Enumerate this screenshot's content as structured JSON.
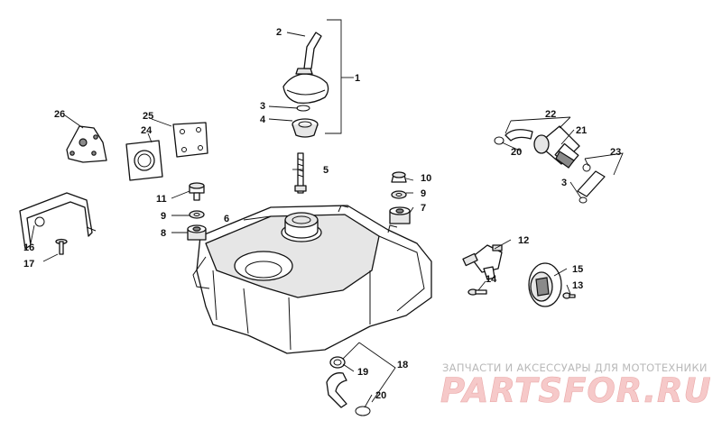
{
  "callouts": [
    {
      "id": "c1",
      "label": "1"
    },
    {
      "id": "c2",
      "label": "2"
    },
    {
      "id": "c3",
      "label": "3"
    },
    {
      "id": "c4",
      "label": "4"
    },
    {
      "id": "c5",
      "label": "5"
    },
    {
      "id": "c6",
      "label": "6"
    },
    {
      "id": "c7",
      "label": "7"
    },
    {
      "id": "c8",
      "label": "8"
    },
    {
      "id": "c9a",
      "label": "9"
    },
    {
      "id": "c9b",
      "label": "9"
    },
    {
      "id": "c10",
      "label": "10"
    },
    {
      "id": "c11",
      "label": "11"
    },
    {
      "id": "c12",
      "label": "12"
    },
    {
      "id": "c13",
      "label": "13"
    },
    {
      "id": "c14",
      "label": "14"
    },
    {
      "id": "c15",
      "label": "15"
    },
    {
      "id": "c16",
      "label": "16"
    },
    {
      "id": "c17",
      "label": "17"
    },
    {
      "id": "c18",
      "label": "18"
    },
    {
      "id": "c19",
      "label": "19"
    },
    {
      "id": "c20a",
      "label": "20"
    },
    {
      "id": "c20b",
      "label": "20"
    },
    {
      "id": "c21",
      "label": "21"
    },
    {
      "id": "c22",
      "label": "22"
    },
    {
      "id": "c23",
      "label": "23"
    },
    {
      "id": "c3b",
      "label": "3"
    },
    {
      "id": "c24",
      "label": "24"
    },
    {
      "id": "c25",
      "label": "25"
    },
    {
      "id": "c26",
      "label": "26"
    }
  ],
  "watermark": {
    "tagline": "ЗАПЧАСТИ И АКСЕССУАРЫ ДЛЯ МОТОТЕХНИКИ",
    "brand": "PARTSFOR.RU"
  }
}
